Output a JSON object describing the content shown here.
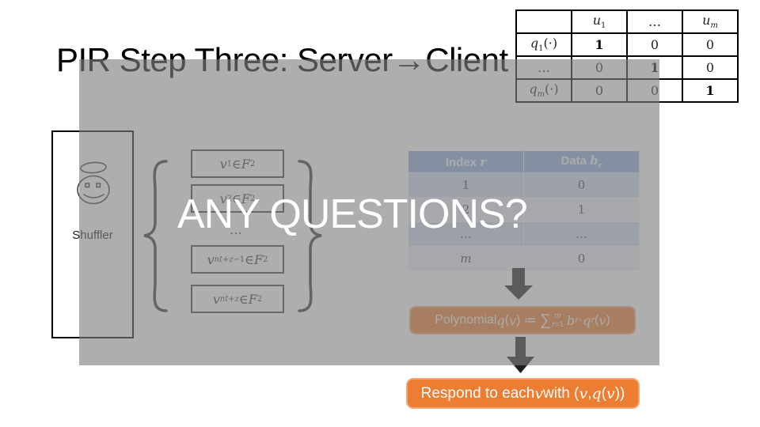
{
  "slide": {
    "title": "PIR Step Three: Server→Client",
    "question_overlay": "ANY QUESTIONS?"
  },
  "colors": {
    "accent_orange": "#ED7D31",
    "orange_border": "#F4A678",
    "table_header_blue": "#8EAADB",
    "band_dark": "#CDDAEE",
    "band_light": "#E9EFF8",
    "overlay_gray": "rgba(127,127,127,0.63)",
    "ink": "#000000"
  },
  "query_table": {
    "headers_html": [
      "",
      "<i>u</i><sub>1</sub>",
      "…",
      "<i>u</i><sub><i>m</i></sub>"
    ],
    "rows": [
      {
        "label_html": "<i>q</i><sub>1</sub>(·)",
        "values": [
          "1",
          "0",
          "0"
        ]
      },
      {
        "label_html": "…",
        "values": [
          "0",
          "1",
          "0"
        ]
      },
      {
        "label_html": "<i>q</i><sub><i>m</i></sub>(·)",
        "values": [
          "0",
          "0",
          "1"
        ]
      }
    ]
  },
  "shuffler": {
    "label": "Shuffler",
    "icon": "angel-smiley-face"
  },
  "vectors": {
    "items_html": [
      "<i>v</i><sub>1</sub> ∈ <i>F</i><sup>2</sup>",
      "<i>v</i><sub>2</sub> ∈ <i>F</i><sup>2</sup>",
      "…",
      "<i>v</i><sub><i>nt</i>+<i>z</i>−1</sub> ∈ <i>F</i><sup>2</sup>",
      "<i>v</i><sub><i>nt</i>+<i>z</i></sub> ∈ <i>F</i><sup>2</sup>"
    ]
  },
  "index_table": {
    "headers_html": [
      "Index <i>r</i>",
      "Data <i>b</i><sub><i>r</i></sub>"
    ],
    "rows": [
      [
        "1",
        "0"
      ],
      [
        "2",
        "1"
      ],
      [
        "…",
        "…"
      ],
      [
        "<i>m</i>",
        "0"
      ]
    ]
  },
  "polynomial_bar": {
    "text_html": "Polynomial <i>q</i>(<i>v</i>) ≔<span class=\"sumsign\">∑</span><span class=\"lims\"><span><i>m</i></span><span><i>r</i>=1</span></span><i>b</i><sub><i>r</i></sub> · <i>q</i><sub><i>r</i></sub>(<i>v</i>)"
  },
  "respond_bar": {
    "text_html": "Respond to each <i>v</i> with (<i>v</i>, <i>q</i>(<i>v</i>))"
  }
}
